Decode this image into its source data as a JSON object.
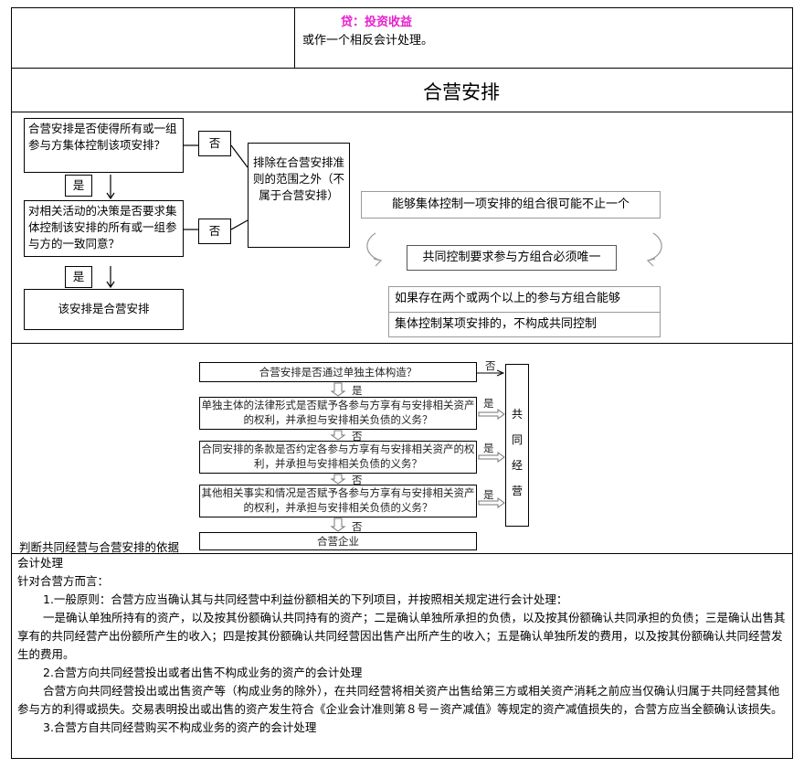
{
  "entry": {
    "credit": "贷：投资收益",
    "reverse": "或作一个相反会计处理。"
  },
  "section_title": "合营安排",
  "flow1": {
    "q1": "合营安排是否使得所有或一组参与方集体控制该项安排？",
    "no": "否",
    "yes": "是",
    "q2": "对相关活动的决策是否要求集体控制该安排的所有或一组参与方的一致同意？",
    "result": "该安排是合营安排",
    "exclude": "排除在合营安排准则的范围之外（不属于合营安排）",
    "note_top": "能够集体控制一项安排的组合很可能不止一个",
    "note_mid": "共同控制要求参与方组合必须唯一",
    "note_bot1": "如果存在两个或两个以上的参与方组合能够",
    "note_bot2": "集体控制某项安排的，不构成共同控制"
  },
  "flow2": {
    "q1": "合营安排是否通过单独主体构造？",
    "q2": "单独主体的法律形式是否赋予各参与方享有与安排相关资产的权利，并承担与安排相关负债的义务？",
    "q3": "合同安排的条款是否约定各参与方享有与安排相关资产的权利，并承担与安排相关负债的义务？",
    "q4": "其他相关事实和情况是否赋予各参与方享有与安排相关资产的权利，并承担与安排相关负债的义务？",
    "jv": "合营企业",
    "joint_op": "共同经营",
    "yes": "是",
    "no": "否",
    "basis": "判断共同经营与合营安排的依据"
  },
  "accounting": {
    "heading": "会计处理",
    "for_party": "针对合营方而言：",
    "p1_title": "1.一般原则：合营方应当确认其与共同经营中利益份额相关的下列项目，并按照相关规定进行会计处理：",
    "p1_body": "一是确认单独所持有的资产，以及按其份额确认共同持有的资产；二是确认单独所承担的负债，以及按其份额确认共同承担的负债；三是确认出售其享有的共同经营产出份额所产生的收入；四是按其份额确认共同经营因出售产出所产生的收入；五是确认单独所发的费用，以及按其份额确认共同经营发生的费用。",
    "p2_title": "2.合营方向共同经营投出或者出售不构成业务的资产的会计处理",
    "p2_body": "合营方向共同经营投出或出售资产等（构成业务的除外），在共同经营将相关资产出售给第三方或相关资产消耗之前应当仅确认归属于共同经营其他参与方的利得或损失。交易表明投出或出售的资产发生符合《企业会计准则第８号－资产减值》等规定的资产减值损失的，合营方应当全额确认该损失。",
    "p3_title": "3.合营方自共同经营购买不构成业务的资产的会计处理"
  }
}
